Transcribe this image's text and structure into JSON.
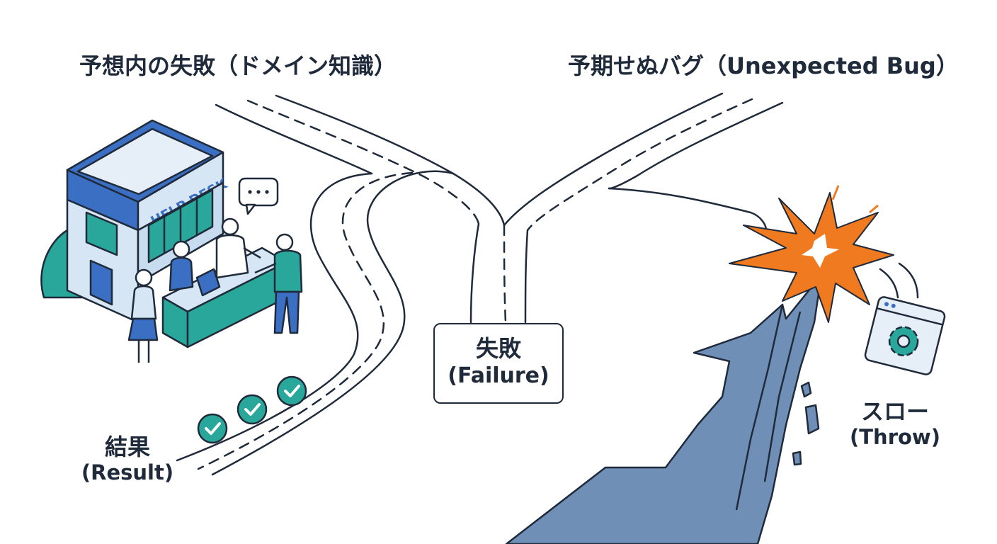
{
  "headings": {
    "expected_failure": "予想内の失敗（ドメイン知識）",
    "unexpected_bug": "予期せぬバグ（Unexpected Bug）"
  },
  "center": {
    "jp": "失敗",
    "en": "(Failure)"
  },
  "result": {
    "jp": "結果",
    "en": "(Result)"
  },
  "throw": {
    "jp": "スロー",
    "en": "(Throw)"
  },
  "building": {
    "sign": "HELP DESK"
  },
  "colors": {
    "ink": "#1f2a3a",
    "blue": "#3b6fc4",
    "teal": "#2aa79b",
    "light_blue": "#d7e6f5",
    "cliff": "#6f8fb6",
    "explosion": "#f07a1f"
  },
  "icons": [
    "speech-bubble-icon",
    "checkmark-icon",
    "gear-icon",
    "explosion-icon"
  ]
}
